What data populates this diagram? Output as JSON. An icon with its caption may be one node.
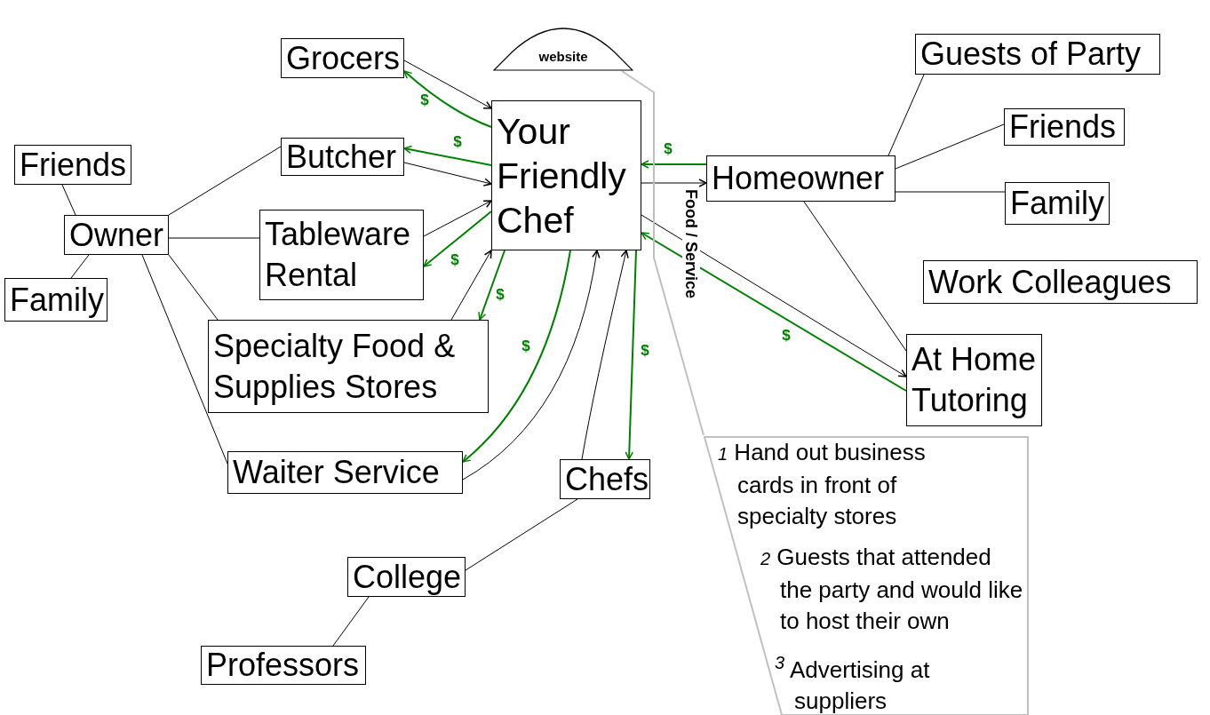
{
  "diagram": {
    "nodes": [
      {
        "text": [
          "Your Friendly Chef"
        ]
      },
      {
        "text": [
          "website"
        ]
      },
      {
        "text": [
          "Grocers"
        ]
      },
      {
        "text": [
          "Butcher"
        ]
      },
      {
        "text": [
          "Tableware Rental"
        ]
      },
      {
        "text": [
          "Specialty Food & Supplies Stores"
        ]
      },
      {
        "text": [
          "Waiter Service"
        ]
      },
      {
        "text": [
          "Chefs"
        ]
      },
      {
        "text": [
          "College"
        ]
      },
      {
        "text": [
          "Professors"
        ]
      },
      {
        "text": [
          "Owner"
        ]
      },
      {
        "text": [
          "Friends"
        ]
      },
      {
        "text": [
          "Family"
        ]
      },
      {
        "text": [
          "Homeowner"
        ]
      },
      {
        "text": [
          "Guests of Party"
        ]
      },
      {
        "text": [
          "Friends"
        ]
      },
      {
        "text": [
          "Family"
        ]
      },
      {
        "text": [
          "Work Colleagues"
        ]
      },
      {
        "text": [
          "At Home Tutoring"
        ]
      },
      {
        "text": [
          "*1* Hand out business cards in front of specialty stores",
          "*2* Guests that attended the party and would like to host their own",
          "$^{3}$ Advertising at suppliers"
        ]
      }
    ],
    "edges": [
      {
        "from": 2,
        "to": 0,
        "arrow": "to"
      },
      {
        "from": 0,
        "to": 2,
        "arrow": "to",
        "label": "$",
        "color": "#008000"
      },
      {
        "from": 0,
        "to": 3,
        "arrow": "to",
        "label": "$",
        "color": "#008000"
      },
      {
        "from": 3,
        "to": 0,
        "arrow": "to"
      },
      {
        "from": 4,
        "to": 0,
        "arrow": "to"
      },
      {
        "from": 0,
        "to": 4,
        "arrow": "to",
        "label": "$",
        "color": "#008000"
      },
      {
        "from": 5,
        "to": 0,
        "arrow": "to"
      },
      {
        "from": 0,
        "to": 5,
        "arrow": "to",
        "label": "$",
        "color": "#008000"
      },
      {
        "from": 0,
        "to": 6,
        "arrow": "to",
        "label": "$",
        "color": "#008000"
      },
      {
        "from": 6,
        "to": 0,
        "arrow": "to"
      },
      {
        "from": 7,
        "to": 0,
        "arrow": "to"
      },
      {
        "from": 0,
        "to": 7,
        "arrow": "to",
        "label": "$",
        "color": "#008000"
      },
      {
        "from": 13,
        "to": 0,
        "arrow": "to",
        "label": "$",
        "color": "#008000"
      },
      {
        "from": 0,
        "to": 13,
        "arrow": "to"
      },
      {
        "from": 0,
        "to": 18,
        "arrow": "to"
      },
      {
        "from": 18,
        "to": 0,
        "arrow": "to",
        "label": "$",
        "color": "#008000"
      },
      {
        "from": 10,
        "to": 11,
        "arrow": "none"
      },
      {
        "from": 10,
        "to": 12,
        "arrow": "none"
      },
      {
        "from": 10,
        "to": 3,
        "arrow": "none"
      },
      {
        "from": 10,
        "to": 4,
        "arrow": "none"
      },
      {
        "from": 10,
        "to": 5,
        "arrow": "none"
      },
      {
        "from": 10,
        "to": 6,
        "arrow": "none"
      },
      {
        "from": 8,
        "to": 7,
        "arrow": "none"
      },
      {
        "from": 8,
        "to": 9,
        "arrow": "none"
      },
      {
        "from": 13,
        "to": 14,
        "arrow": "none"
      },
      {
        "from": 13,
        "to": 15,
        "arrow": "none"
      },
      {
        "from": 13,
        "to": 16,
        "arrow": "none"
      },
      {
        "from": 13,
        "to": 18,
        "arrow": "none"
      },
      {
        "from": 19,
        "to": 1,
        "arrow": "none",
        "color": "#c0c0c0"
      }
    ],
    "labels": [
      "Food / Service"
    ]
  }
}
